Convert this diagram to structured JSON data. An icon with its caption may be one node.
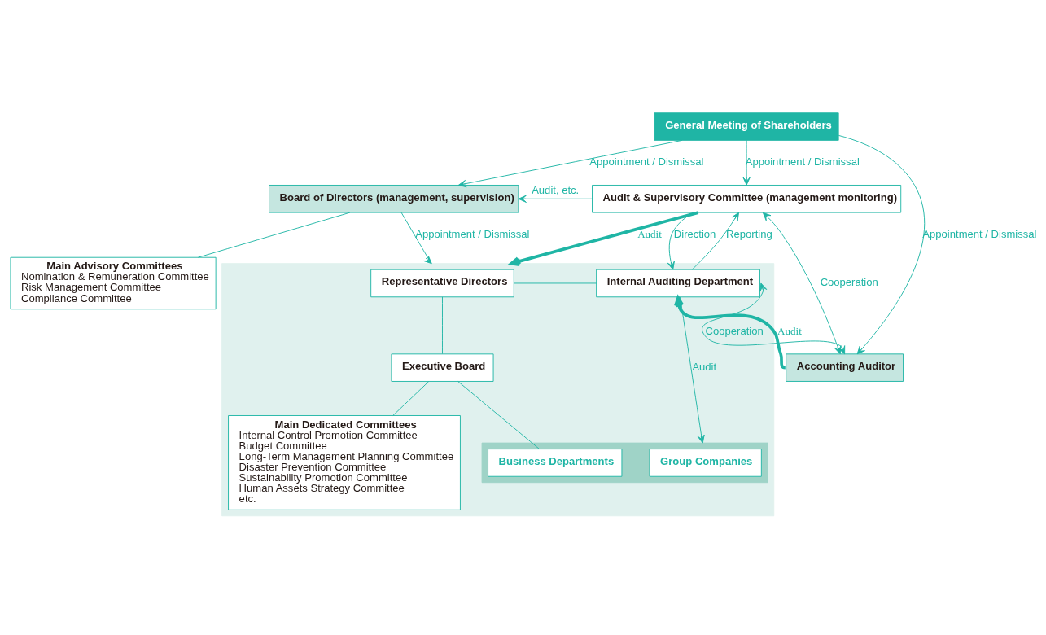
{
  "diagram": {
    "nodes": [
      {
        "text": [
          "General Meeting of Shareholders"
        ]
      },
      {
        "text": [
          "Board of Directors (management, supervision)"
        ]
      },
      {
        "text": [
          "Audit & Supervisory Committee (management monitoring)"
        ]
      },
      {
        "text": [
          "Main Advisory Committees",
          "Nomination & Remuneration Committee",
          "Risk Management Committee",
          "Compliance Committee"
        ]
      },
      {
        "text": [],
        "shape": "box"
      },
      {
        "text": [
          "Representative Directors"
        ],
        "in": 4
      },
      {
        "text": [
          "Executive Board"
        ],
        "in": 4
      },
      {
        "text": [
          "Main Dedicated Committees",
          "Internal Control Promotion Committee",
          "Budget Committee",
          "Long-Term Management Planning Committee",
          "Disaster Prevention Committee",
          "Sustainability Promotion Committee",
          "Human Assets Strategy Committee",
          "etc."
        ],
        "in": 4
      },
      {
        "text": [
          "Internal Auditing Department"
        ],
        "in": 4
      },
      {
        "text": [],
        "shape": "box",
        "in": 4
      },
      {
        "text": [
          "Business Departments"
        ],
        "in": 9
      },
      {
        "text": [
          "Group Companies"
        ],
        "in": 9
      },
      {
        "text": [
          "Accounting Auditor"
        ]
      }
    ],
    "edges": [
      {
        "from": 0,
        "to": 1,
        "arrow": "to",
        "label": "Appointment / Dismissal"
      },
      {
        "from": 0,
        "to": 2,
        "arrow": "to",
        "label": "Appointment / Dismissal"
      },
      {
        "from": 0,
        "to": 12,
        "arrow": "to",
        "label": "Appointment / Dismissal"
      },
      {
        "from": 2,
        "to": 1,
        "arrow": "to",
        "label": "Audit, etc."
      },
      {
        "from": 2,
        "to": 12,
        "arrow": "both",
        "label": "Cooperation"
      },
      {
        "from": 1,
        "to": 3,
        "arrow": "none"
      },
      {
        "from": 1,
        "to": 4,
        "arrow": "to",
        "label": "Appointment / Dismissal"
      },
      {
        "from": 2,
        "to": 4,
        "arrow": "to",
        "label": "Audit",
        "style": "thick"
      },
      {
        "from": 2,
        "to": 8,
        "arrow": "to",
        "label": "Direction"
      },
      {
        "from": 8,
        "to": 2,
        "arrow": "to",
        "label": "Reporting"
      },
      {
        "from": 12,
        "to": 8,
        "arrow": "to",
        "label": "Audit",
        "style": "thick"
      },
      {
        "from": 8,
        "to": 12,
        "arrow": "both",
        "label": "Cooperation"
      },
      {
        "from": 5,
        "to": 8,
        "arrow": "none"
      },
      {
        "from": 5,
        "to": 6,
        "arrow": "none"
      },
      {
        "from": 6,
        "to": 7,
        "arrow": "none"
      },
      {
        "from": 6,
        "to": 10,
        "arrow": "none"
      },
      {
        "from": 8,
        "to": 9,
        "arrow": "to",
        "label": "Audit"
      }
    ]
  }
}
